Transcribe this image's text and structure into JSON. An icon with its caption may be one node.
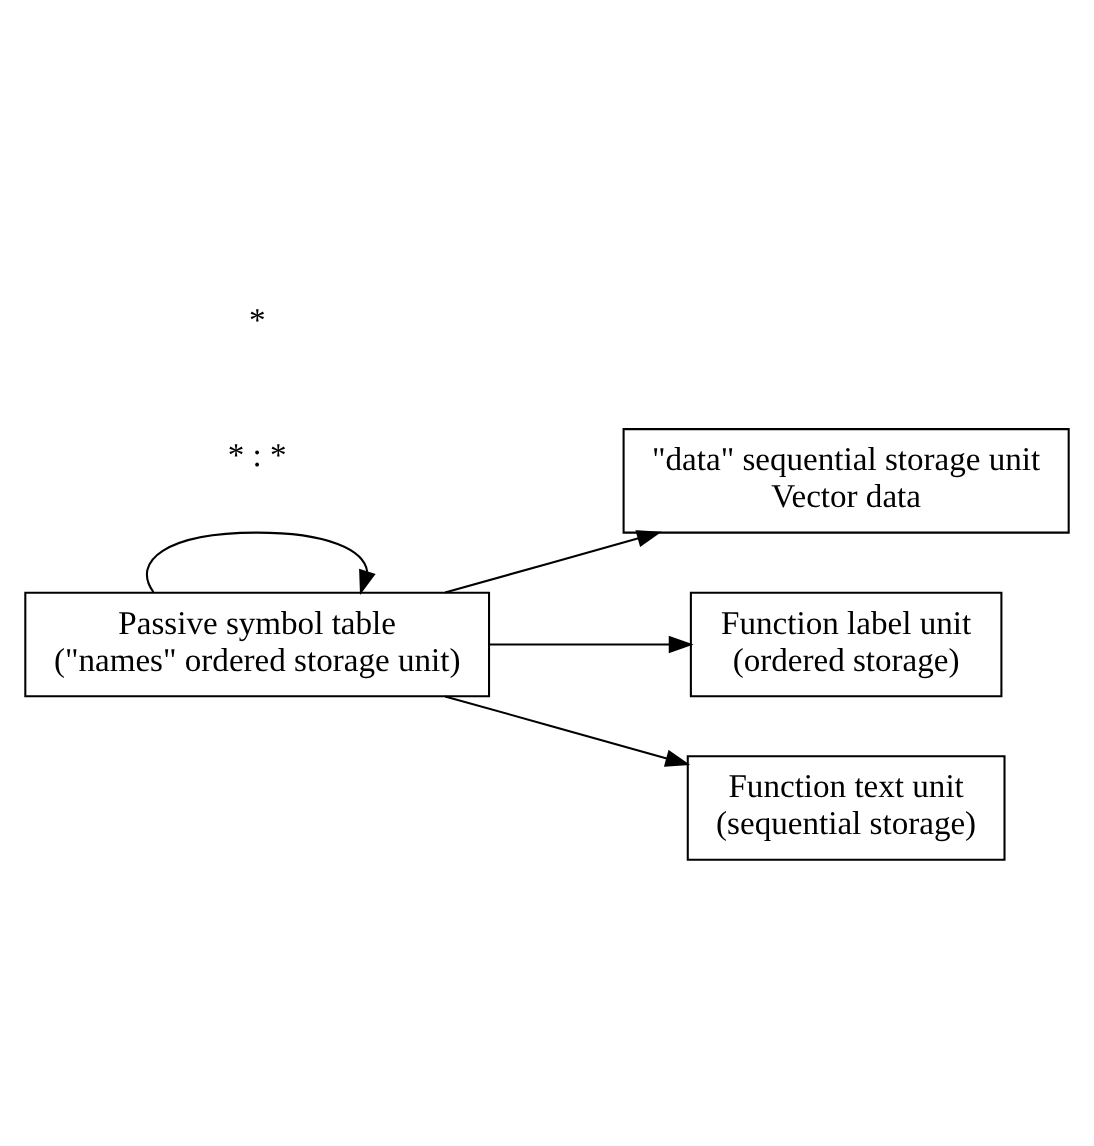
{
  "diagram": {
    "nodes": [
      {
        "text": [
          "Passive symbol table",
          "(\"names\" ordered storage unit)"
        ]
      },
      {
        "text": [
          "\"data\" sequential storage unit",
          "Vector data"
        ]
      },
      {
        "text": [
          "Function label unit",
          "(ordered storage)"
        ]
      },
      {
        "text": [
          "Function text unit",
          "(sequential storage)"
        ]
      }
    ],
    "edges": [
      {
        "from": 0,
        "to": 0,
        "arrow": "to"
      },
      {
        "from": 0,
        "to": 1,
        "arrow": "to"
      },
      {
        "from": 0,
        "to": 2,
        "arrow": "to"
      },
      {
        "from": 0,
        "to": 3,
        "arrow": "to"
      }
    ],
    "labels": [
      "* : *",
      "*"
    ]
  }
}
